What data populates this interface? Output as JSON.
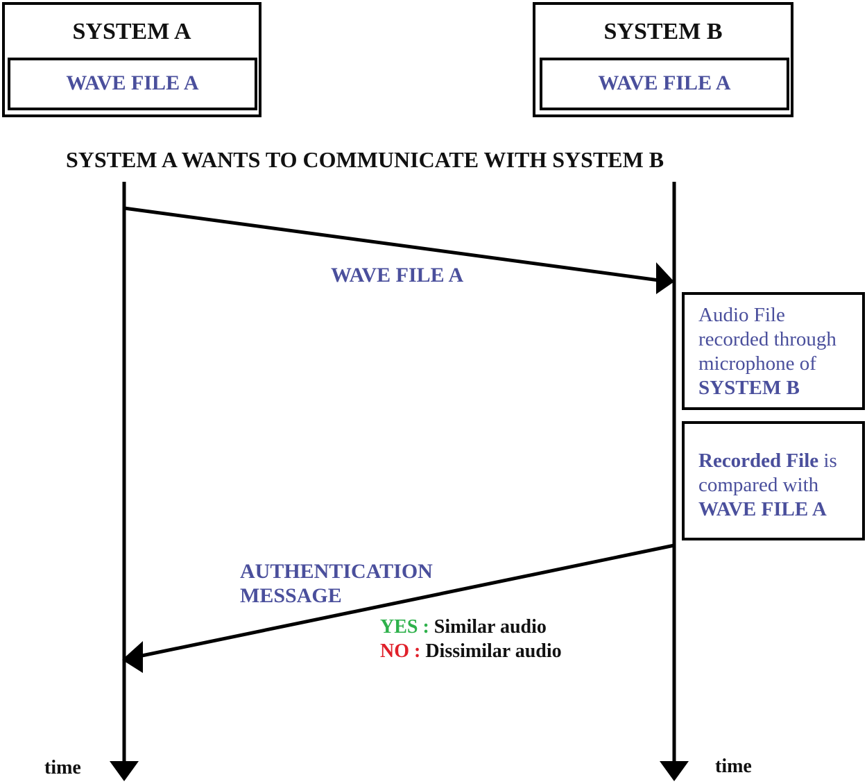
{
  "system_a": {
    "title": "SYSTEM A",
    "file": "WAVE FILE A"
  },
  "system_b": {
    "title": "SYSTEM B",
    "file": "WAVE FILE A"
  },
  "heading": "SYSTEM A WANTS TO COMMUNICATE WITH SYSTEM B",
  "message_1": {
    "label": "WAVE FILE A"
  },
  "box_recorded": {
    "line1": "Audio File",
    "line2": "recorded through",
    "line3": "microphone of",
    "line4": "SYSTEM B"
  },
  "box_compare": {
    "line1_bold": "Recorded File",
    "line1_rest": " is",
    "line2": "compared with",
    "line3": "WAVE FILE A"
  },
  "message_2": {
    "label_line1": "AUTHENTICATION",
    "label_line2": "MESSAGE",
    "yes_label": "YES :",
    "yes_text": " Similar audio",
    "no_label": "NO :",
    "no_text": " Dissimilar audio"
  },
  "timeline": {
    "left_label": "time",
    "right_label": "time"
  },
  "colors": {
    "label_blue": "#4a4f9c",
    "yes_green": "#2eb14b",
    "no_red": "#e0202a",
    "line": "#000000"
  }
}
